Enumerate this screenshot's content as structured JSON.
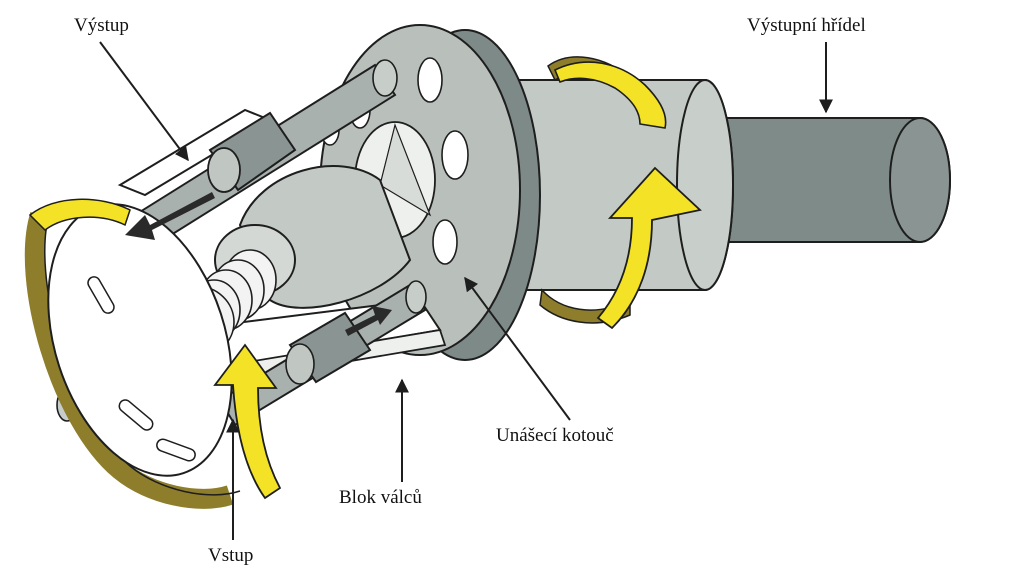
{
  "labels": {
    "output": "Výstup",
    "output_shaft": "Výstupní hřídel",
    "drive_disc": "Unášecí kotouč",
    "cylinder_block": "Blok válců",
    "input": "Vstup"
  },
  "colors": {
    "metal_light": "#c3c9c4",
    "metal_mid": "#9ea7a4",
    "metal_dark": "#7e8a88",
    "outline": "#1e1e1e",
    "arrow_yellow": "#f3e225",
    "arrow_back": "#8a7a26",
    "ring_olive": "#8e7e2c",
    "label_text": "#111111"
  },
  "icons": {
    "rotation_arrow": "curved-yellow-arrow",
    "flow_arrow": "straight-dark-arrow"
  }
}
